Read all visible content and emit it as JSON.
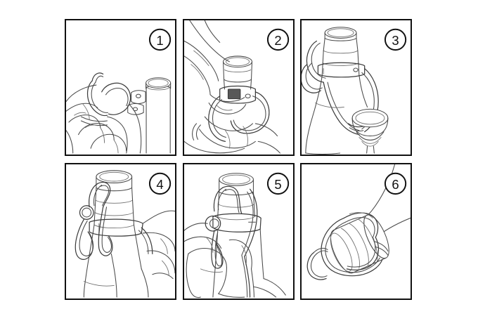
{
  "document": {
    "title": "Bottle Carrier Strap Attachment Instructions",
    "type": "instructional-line-art-diagram",
    "background_color": "#ffffff",
    "panel_border_color": "#111111",
    "line_art_color": "#4a4a4a",
    "shaded_detail_color": "#585858",
    "layout": {
      "columns": 3,
      "rows": 2,
      "total_panels": 6
    }
  },
  "panels": [
    {
      "number": "1",
      "badge_position": "top-right",
      "caption": "",
      "description": "Hands holding paracord loop and carrier clip near the neck of a bottle",
      "subjects": [
        "hand",
        "paracord-loop",
        "carrier-clip",
        "bottle-neck"
      ]
    },
    {
      "number": "2",
      "badge_position": "top-right",
      "caption": "",
      "description": "Fingers threading the cord through the clip slot on the bottle neck band",
      "subjects": [
        "hand",
        "fingers",
        "cord",
        "clip-slot",
        "bottle-neck",
        "shaded-slot"
      ]
    },
    {
      "number": "3",
      "badge_position": "top-right",
      "caption": "",
      "description": "Bottle with strap cradle attached, cap hanging at the side",
      "subjects": [
        "bottle",
        "strap-cradle",
        "bottle-cap",
        "cord-loop"
      ]
    },
    {
      "number": "4",
      "badge_position": "top-right",
      "caption": "",
      "description": "Bottle held with the carrier strap looped around the neck and a hanging handle loop",
      "subjects": [
        "bottle",
        "neck-band",
        "handle-loop",
        "hand"
      ]
    },
    {
      "number": "5",
      "badge_position": "top-right",
      "caption": "",
      "description": "Hand gripping the bottle with the strap cinched around the neck band",
      "subjects": [
        "hand",
        "bottle",
        "neck-band",
        "strap",
        "adjuster-ring"
      ]
    },
    {
      "number": "6",
      "badge_position": "top-right",
      "caption": "",
      "description": "Close-up of the finished carrier cradle holding the bottle base, viewed at an angle",
      "subjects": [
        "carrier-cradle",
        "bottle-base",
        "cord"
      ]
    }
  ]
}
